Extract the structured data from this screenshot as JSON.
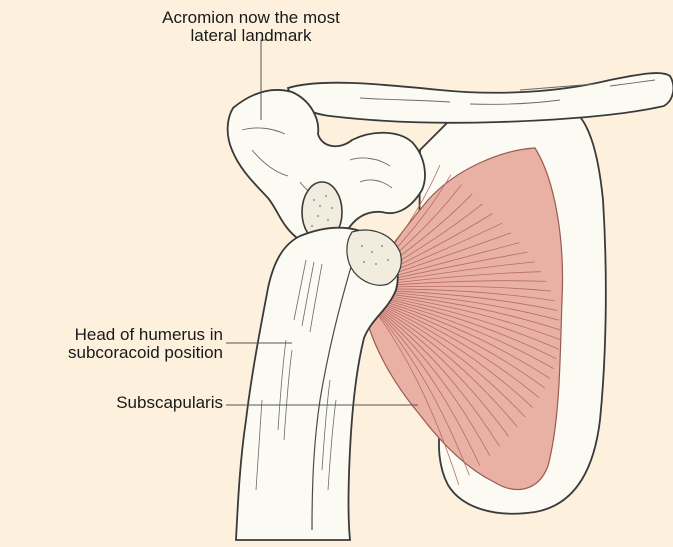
{
  "labels": {
    "acromion": {
      "line1": "Acromion now the most",
      "line2": "lateral landmark"
    },
    "humerus": {
      "line1": "Head of humerus in",
      "line2": "subcoracoid position"
    },
    "subscapularis": "Subscapularis"
  },
  "colors": {
    "background": "#fdf0dc",
    "bone_fill": "#fbfaf3",
    "outline": "#3a3a3a",
    "muscle": "#e9b0a4",
    "muscle_fibre": "#b86c64"
  }
}
